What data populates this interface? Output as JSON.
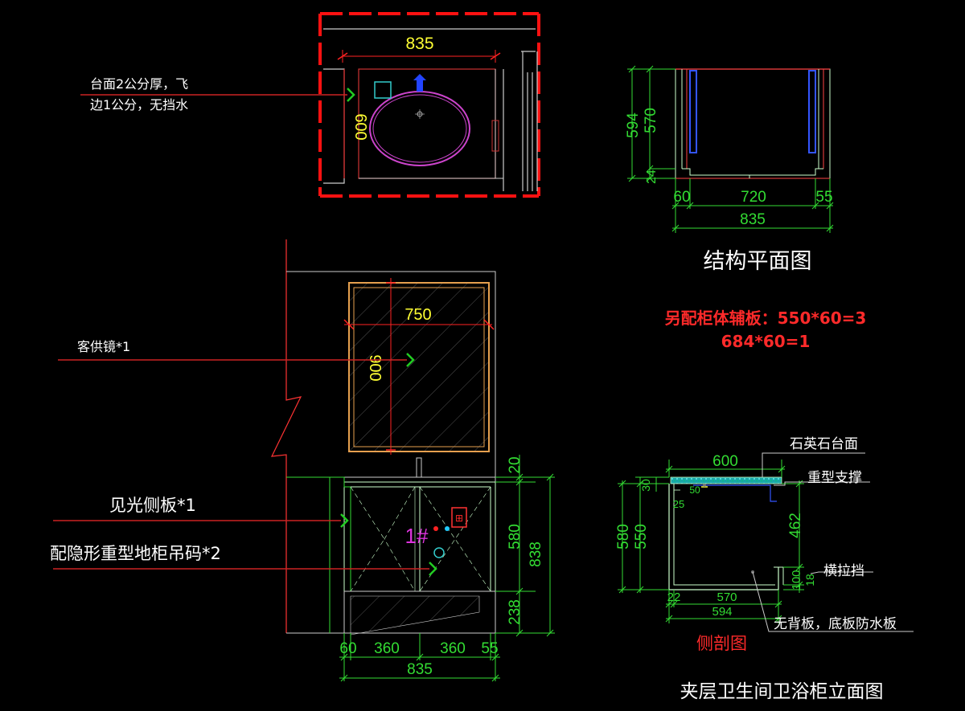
{
  "colors": {
    "background": "#000000",
    "leader": "#cc2222",
    "dimension": "#33dd33",
    "note_red": "#ff2a2a",
    "dim_text_yellow": "#ffff33",
    "outline": "#ffffff",
    "pale_outline": "#ccffcc",
    "mirror_frame": "#e6a04e",
    "accent_cyan": "#33cccc",
    "accent_blue": "#3355ff",
    "accent_magenta": "#dd33dd"
  },
  "plan_view": {
    "width_dim": "835",
    "depth_dim": "600",
    "note_line1": "台面2公分厚，飞",
    "note_line2": "边1公分，无挡水"
  },
  "structure_plan": {
    "title": "结构平面图",
    "dim_total_height": "594",
    "dim_inner_height": "570",
    "dim_base": "24",
    "dim_left": "60",
    "dim_middle": "720",
    "dim_right": "55",
    "dim_total_width": "835"
  },
  "extra_panels": {
    "line1": "另配柜体辅板：550*60=3",
    "line2": "684*60=1"
  },
  "front_elevation": {
    "mirror_width": "750",
    "mirror_height": "900",
    "mirror_note": "客供镜*1",
    "side_panel_note": "见光侧板*1",
    "hanger_note": "配隐形重型地柜吊码*2",
    "cabinet_number": "1#",
    "dim_top": "20",
    "dim_cabinet": "580",
    "dim_total": "838",
    "dim_base": "238",
    "dim_b1": "60",
    "dim_b2": "360",
    "dim_b3": "360",
    "dim_b4": "55",
    "dim_bottom_total": "835"
  },
  "side_section": {
    "title": "侧剖图",
    "width_top": "600",
    "countertop_label": "石英石台面",
    "support_label": "重型支撑",
    "crossbar_label": "横拉挡",
    "no_back_label": "无背板，底板防水板",
    "dim_left_outer": "580",
    "dim_left_inner": "550",
    "dim_30": "30",
    "dim_25": "25",
    "dim_50": "50",
    "dim_right": "462",
    "dim_100": "100",
    "dim_18": "18",
    "dim_22": "22",
    "dim_570": "570",
    "dim_594": "594"
  },
  "drawing_title": "夹层卫生间卫浴柜立面图"
}
